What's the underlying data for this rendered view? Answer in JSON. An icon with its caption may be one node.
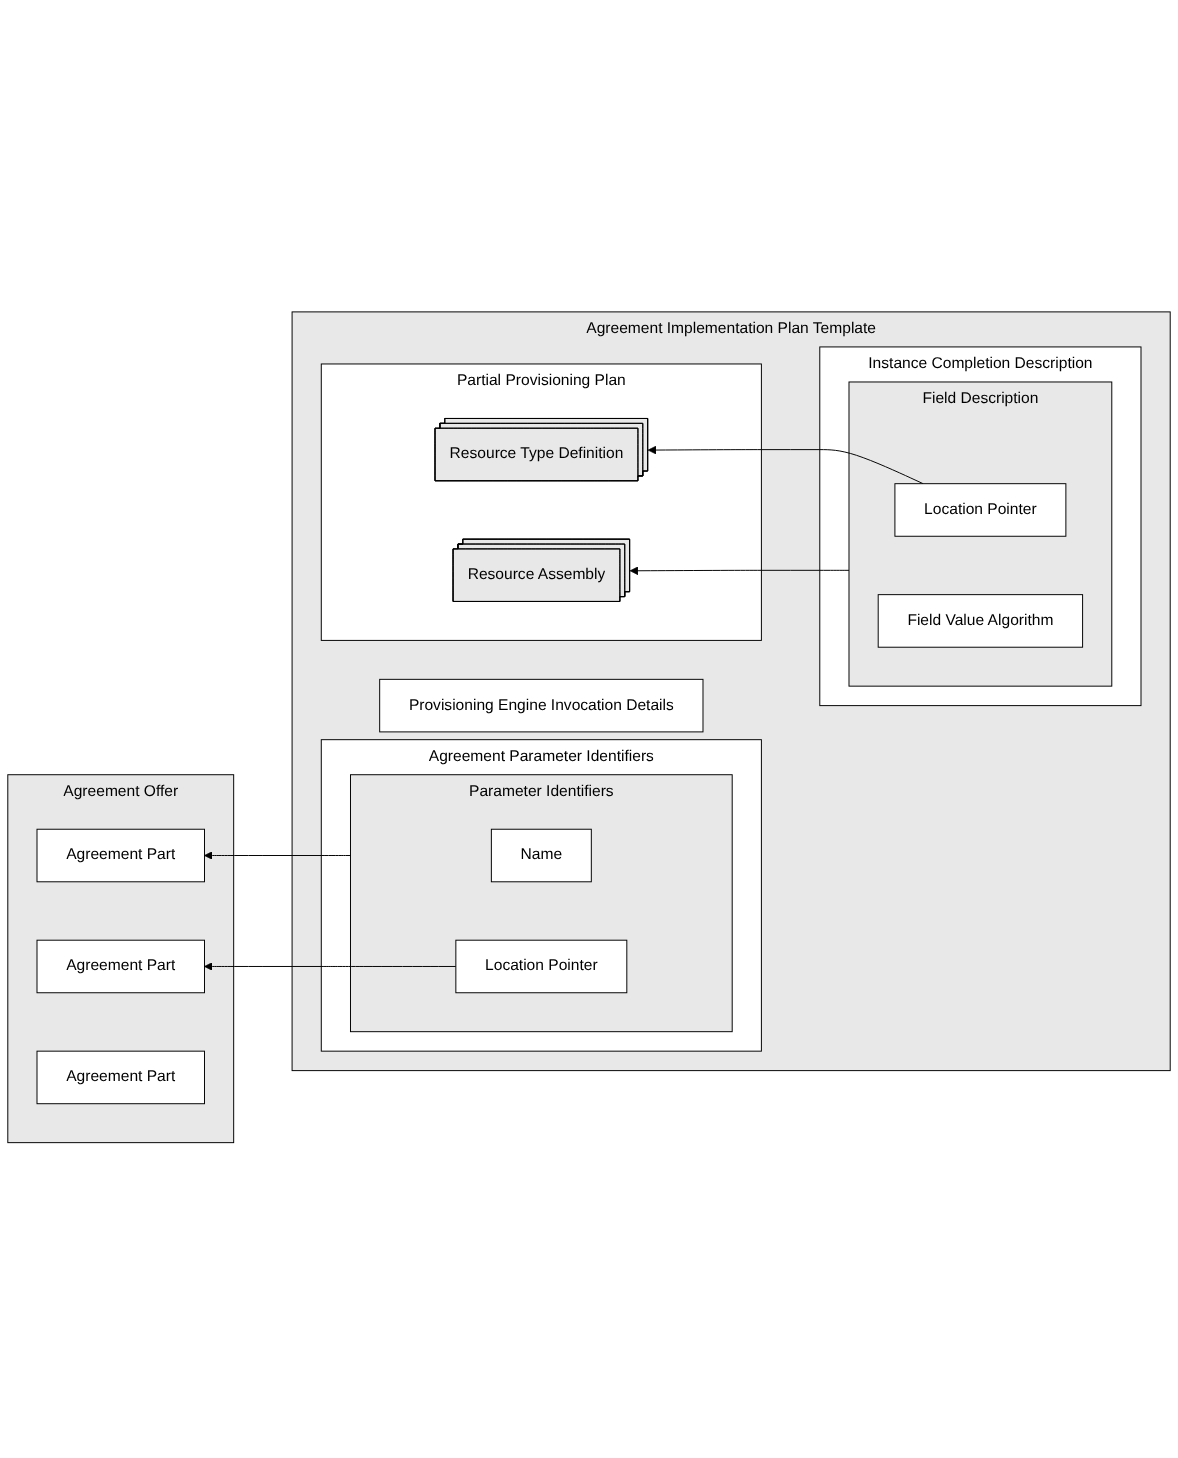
{
  "diagram": {
    "nodes": [
      {
        "text": [
          "Agreement Offer"
        ]
      },
      {
        "text": [
          "Agreement Part"
        ],
        "in": 0
      },
      {
        "text": [
          "Agreement Part"
        ],
        "in": 0
      },
      {
        "text": [
          "Agreement Part"
        ],
        "in": 0
      },
      {
        "text": [
          "Agreement Implementation Plan Template"
        ]
      },
      {
        "text": [
          "Agreement Parameter Identifiers"
        ],
        "in": 4
      },
      {
        "text": [
          "Parameter Identifiers"
        ],
        "in": 5
      },
      {
        "text": [
          "Name"
        ],
        "in": 6
      },
      {
        "text": [
          "Location Pointer"
        ],
        "in": 6
      },
      {
        "text": [
          "Partial Provisioning Plan"
        ],
        "in": 4
      },
      {
        "text": [
          "Resource Type Definition"
        ],
        "in": 9
      },
      {
        "text": [
          "Resource Assembly"
        ],
        "in": 9
      },
      {
        "text": [
          "Instance Completion Description"
        ],
        "in": 4
      },
      {
        "text": [
          "Field Description"
        ],
        "in": 12
      },
      {
        "text": [
          "Location Pointer"
        ],
        "in": 13
      },
      {
        "text": [
          "Field Value Algorithm"
        ],
        "in": 13
      },
      {
        "text": [
          "Provisioning Engine Invocation Details"
        ],
        "in": 4
      }
    ],
    "edges": [
      {
        "from": 6,
        "to": 1,
        "arrow": "to"
      },
      {
        "from": 8,
        "to": 2,
        "arrow": "to"
      },
      {
        "from": 14,
        "to": 10,
        "arrow": "to"
      },
      {
        "from": 13,
        "to": 11,
        "arrow": "to"
      }
    ]
  }
}
